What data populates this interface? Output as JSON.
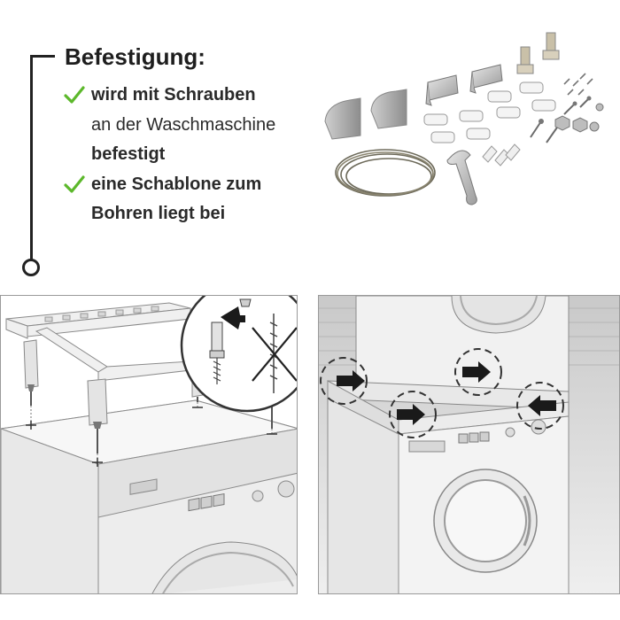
{
  "heading": "Befestigung:",
  "points": [
    {
      "lines": [
        "wird mit Schrauben",
        "an der Waschmaschine",
        "befestigt"
      ]
    },
    {
      "lines": [
        "eine Schablone zum",
        "Bohren liegt bei"
      ]
    }
  ],
  "colors": {
    "accent": "#5cb82b",
    "text": "#222222",
    "line": "#222222",
    "arrow": "#1a1a1a"
  },
  "icons": [
    "checkmark-icon",
    "arrow-icon",
    "cross-icon"
  ]
}
